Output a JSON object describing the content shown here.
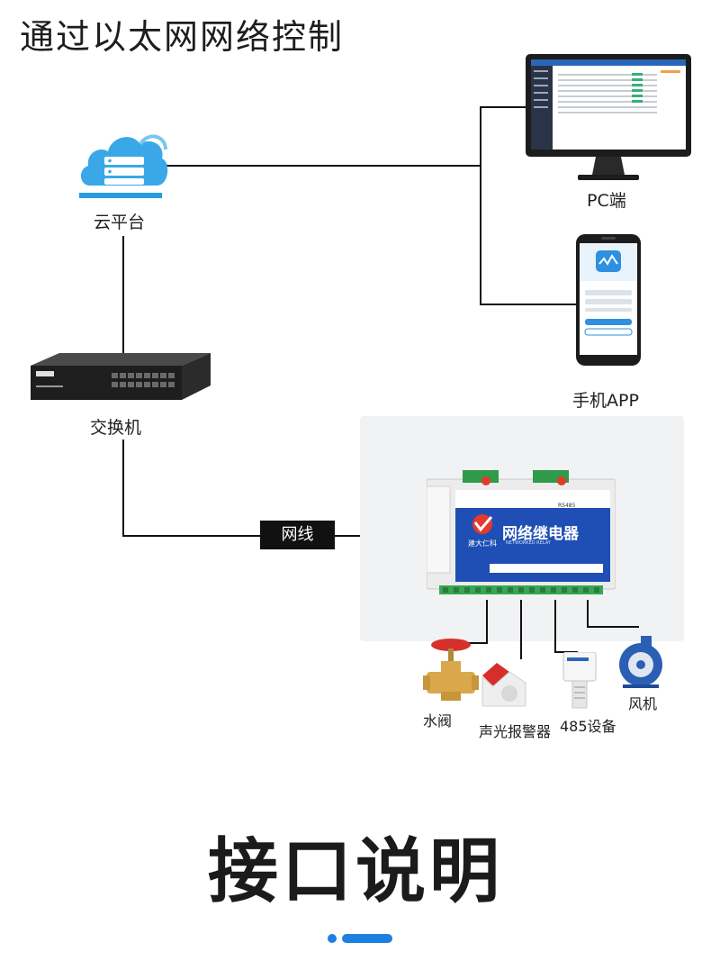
{
  "title": "通过以太网网络控制",
  "section_title": "接口说明",
  "nodes": {
    "cloud": "云平台",
    "pc": "PC端",
    "phone": "手机APP",
    "switch": "交换机",
    "cable": "网线",
    "relay": "网络继电器",
    "brand": "建大仁科",
    "relay_en": "NETWORKED RELAY",
    "rs485": "RS485"
  },
  "peripherals": {
    "valve": "水阀",
    "alarm": "声光报警器",
    "device485": "485设备",
    "fan": "风机"
  },
  "colors": {
    "accent": "#1e7fe0",
    "relay_blue": "#1f4fb4",
    "cloud_blue": "#3aa8e8"
  }
}
